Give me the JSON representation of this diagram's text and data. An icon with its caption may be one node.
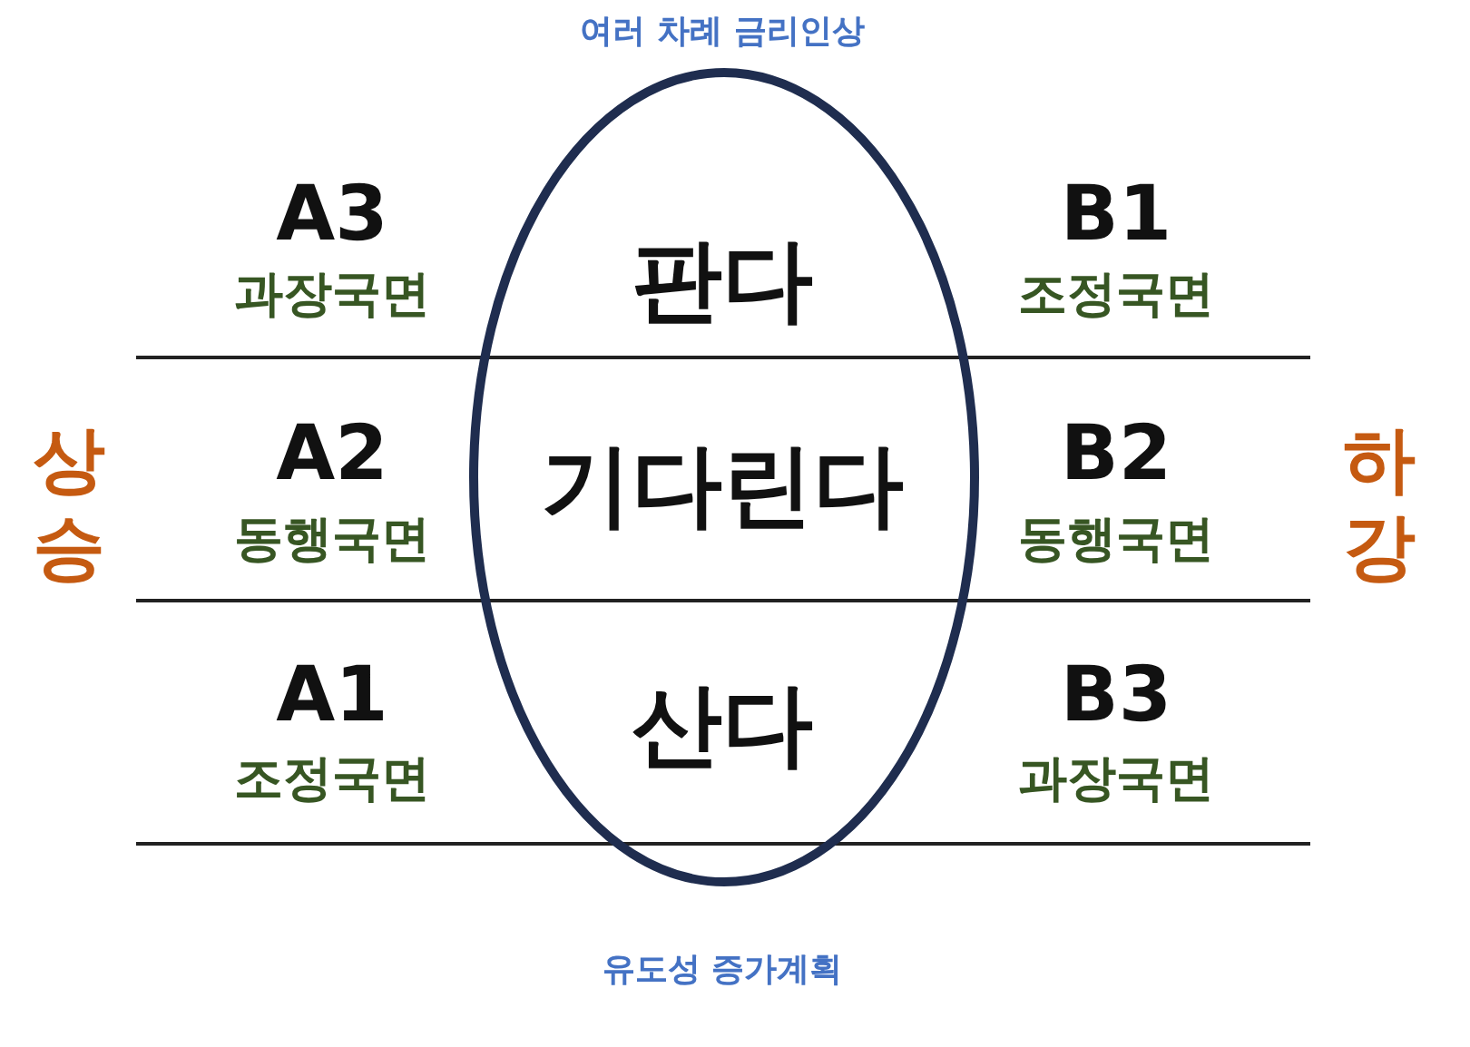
{
  "diagram": {
    "nodes": [
      {
        "text": [
          "판다",
          "기다린다",
          "산다"
        ]
      }
    ],
    "labels": [
      "여러 차례 금리인상",
      "A3",
      "과장국면",
      "B1",
      "조정국면",
      "상승",
      "A2",
      "동행국면",
      "B2",
      "동행국면",
      "하강",
      "A1",
      "조정국면",
      "B3",
      "과장국면",
      "유도성 증가계획"
    ]
  }
}
